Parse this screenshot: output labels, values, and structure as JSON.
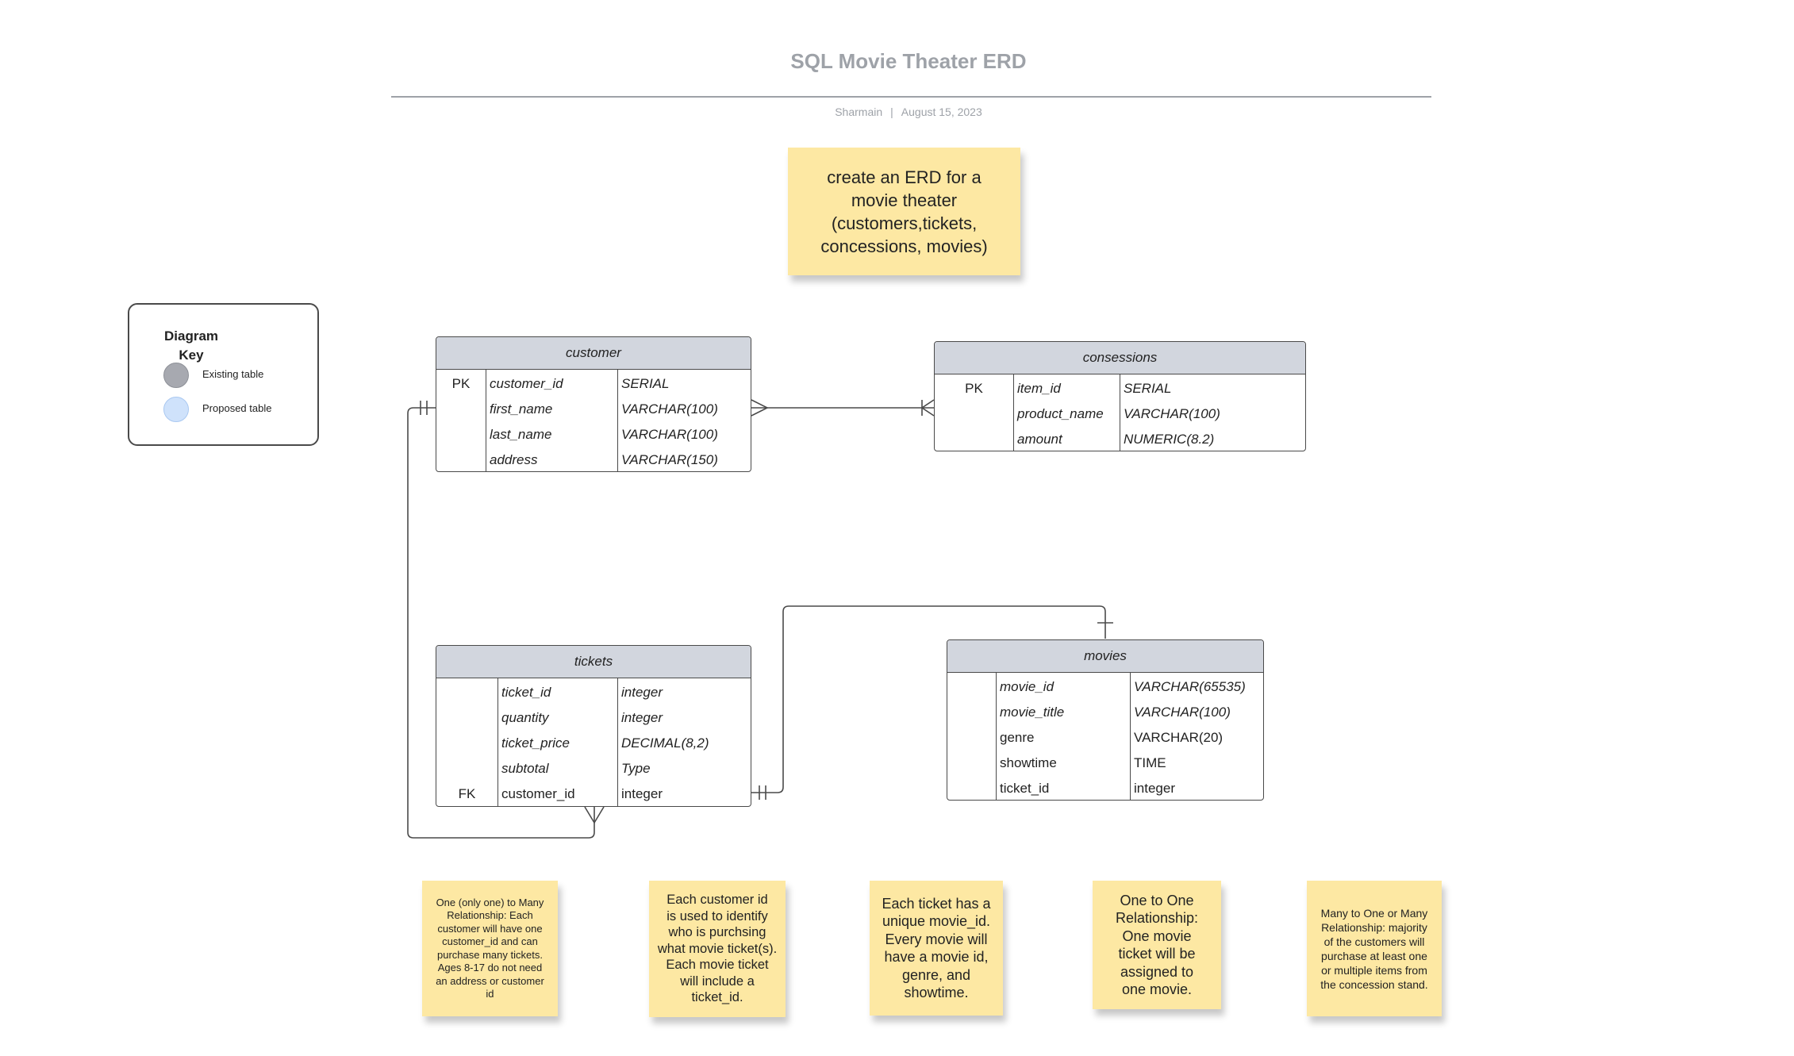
{
  "header": {
    "title": "SQL Movie Theater ERD",
    "author": "Sharmain",
    "separator": "|",
    "date": "August 15, 2023"
  },
  "prompt_note": "create an ERD for a\nmovie theater\n(customers,tickets,\nconcessions, movies)",
  "key": {
    "title": "Diagram\nKey",
    "items": [
      {
        "label": "Existing table",
        "color": "#a7a9b0"
      },
      {
        "label": "Proposed table",
        "color": "#cfe2fb"
      }
    ]
  },
  "tables": {
    "customer": {
      "name": "customer",
      "rows": [
        {
          "key": "PK",
          "field": "customer_id",
          "type": "SERIAL"
        },
        {
          "key": "",
          "field": "first_name",
          "type": "VARCHAR(100)"
        },
        {
          "key": "",
          "field": "last_name",
          "type": "VARCHAR(100)"
        },
        {
          "key": "",
          "field": "address",
          "type": "VARCHAR(150)"
        }
      ]
    },
    "consessions": {
      "name": "consessions",
      "rows": [
        {
          "key": "PK",
          "field": "item_id",
          "type": "SERIAL"
        },
        {
          "key": "",
          "field": "product_name",
          "type": "VARCHAR(100)"
        },
        {
          "key": "",
          "field": "amount",
          "type": "NUMERIC(8.2)"
        }
      ]
    },
    "tickets": {
      "name": "tickets",
      "rows": [
        {
          "key": "",
          "field": "ticket_id",
          "type": "integer"
        },
        {
          "key": "",
          "field": "quantity",
          "type": "integer"
        },
        {
          "key": "",
          "field": "ticket_price",
          "type": "DECIMAL(8,2)"
        },
        {
          "key": "",
          "field": "subtotal",
          "type": "Type"
        },
        {
          "key": "FK",
          "field": "customer_id",
          "type": "integer"
        }
      ]
    },
    "movies": {
      "name": "movies",
      "rows": [
        {
          "key": "",
          "field": "movie_id",
          "type": "VARCHAR(65535)"
        },
        {
          "key": "",
          "field": "movie_title",
          "type": "VARCHAR(100)"
        },
        {
          "key": "",
          "field": "genre",
          "type": "VARCHAR(20)"
        },
        {
          "key": "",
          "field": "showtime",
          "type": "TIME"
        },
        {
          "key": "",
          "field": "ticket_id",
          "type": "integer"
        }
      ]
    }
  },
  "notes": [
    "One (only one) to Many\nRelationship: Each\ncustomer will have one\ncustomer_id and can\npurchase many tickets.\nAges 8-17 do not need\nan address or customer\nid",
    "Each customer id\nis used to identify\nwho is purchsing\nwhat movie ticket(s).\nEach movie ticket\nwill include a\nticket_id.",
    "Each ticket  has a\nunique movie_id.\nEvery movie will\nhave a movie id,\ngenre, and\nshowtime.",
    "One to One\nRelationship:\nOne movie\nticket will be\nassigned to\none movie.",
    "Many to One or Many\nRelationship:  majority\nof the customers will\npurchase at least one\nor multiple items  from\nthe concession stand."
  ]
}
